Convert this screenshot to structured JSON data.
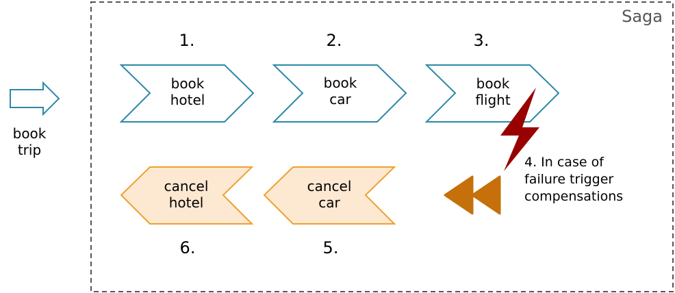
{
  "saga": {
    "title": "Saga"
  },
  "entry": {
    "line1": "book",
    "line2": "trip"
  },
  "steps": [
    {
      "number": "1.",
      "line1": "book",
      "line2": "hotel"
    },
    {
      "number": "2.",
      "line1": "book",
      "line2": "car"
    },
    {
      "number": "3.",
      "line1": "book",
      "line2": "flight"
    }
  ],
  "compensations": [
    {
      "number": "6.",
      "line1": "cancel",
      "line2": "hotel"
    },
    {
      "number": "5.",
      "line1": "cancel",
      "line2": "car"
    }
  ],
  "failure_note": {
    "line1": "4. In case of",
    "line2": "failure trigger",
    "line3": "compensations"
  },
  "colors": {
    "step_stroke": "#2a88a8",
    "comp_stroke": "#f0a030",
    "comp_fill": "#fde8d2",
    "lightning": "#990000",
    "rewind": "#c5700a",
    "saga_border": "#555555"
  },
  "icons": [
    "arrow-right-icon",
    "lightning-icon",
    "rewind-icon"
  ]
}
